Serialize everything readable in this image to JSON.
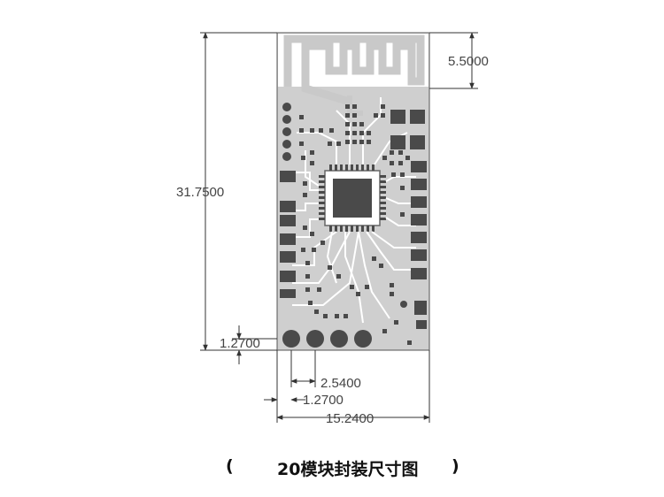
{
  "dimensions": {
    "height": "31.7500",
    "antenna_height": "5.5000",
    "pad_offset_v": "1.2700",
    "pitch": "2.5400",
    "pad_offset_h": "1.2700",
    "width": "15.2400"
  },
  "caption": {
    "open": "(",
    "title": "20模块封装尺寸图",
    "close": ")"
  }
}
